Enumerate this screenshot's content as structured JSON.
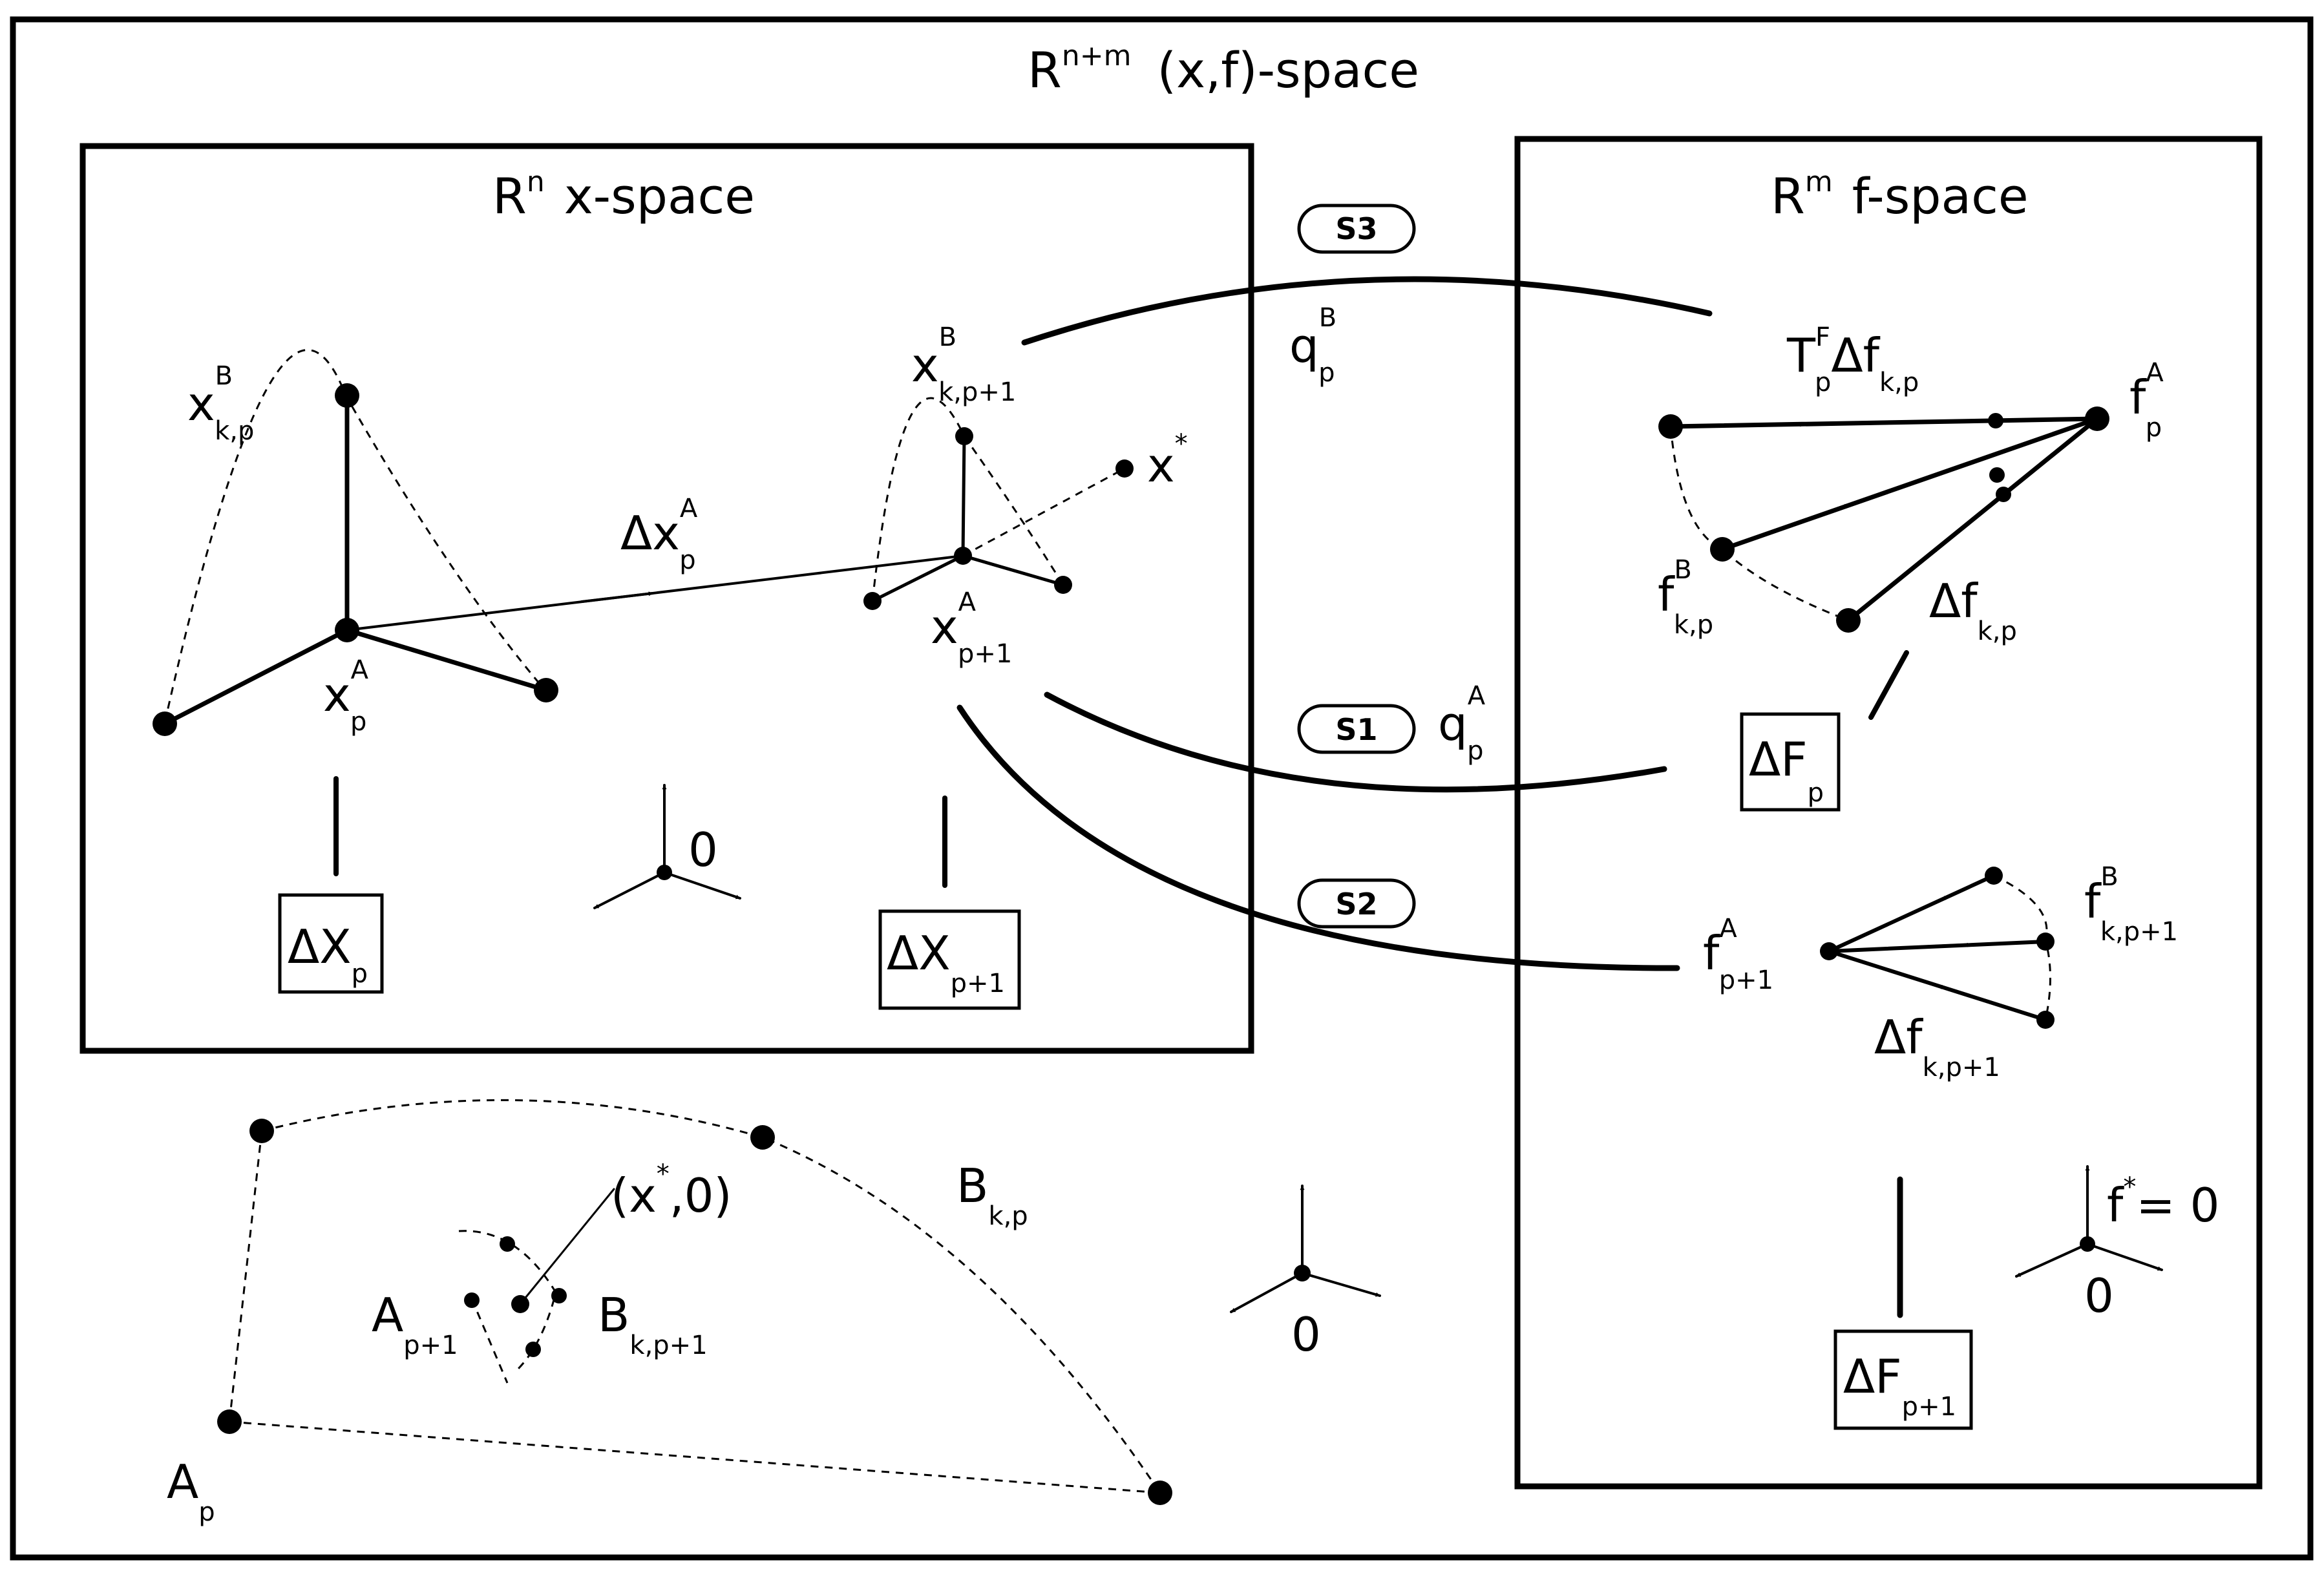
{
  "outer": {
    "R": "R",
    "sup": "n+m",
    "rest": "(x,f)-space"
  },
  "xspace": {
    "R": "R",
    "sup": "n",
    "rest": "x-space"
  },
  "fspace": {
    "R": "R",
    "sup": "m",
    "rest": "f-space"
  },
  "steps": {
    "s1": "S1",
    "s2": "S2",
    "s3": "S3"
  },
  "labels": {
    "x": "x",
    "f": "f",
    "q": "q",
    "Delta": "Δ",
    "T": "T",
    "F": "F",
    "A": "A",
    "B": "B",
    "p": "p",
    "kp": "k,p",
    "kp1": "k,p+1",
    "p1": "p+1",
    "star": "*",
    "zero": "0",
    "eq0": "= 0",
    "xstar0": "(x",
    "xstar0_end": ",0)"
  },
  "boxes": {
    "dX": "ΔX",
    "dX_sub": "p",
    "dX1": "ΔX",
    "dX1_sub": "p+1",
    "dF": "ΔF",
    "dF_sub": "p",
    "dF1": "ΔF",
    "dF1_sub": "p+1"
  }
}
